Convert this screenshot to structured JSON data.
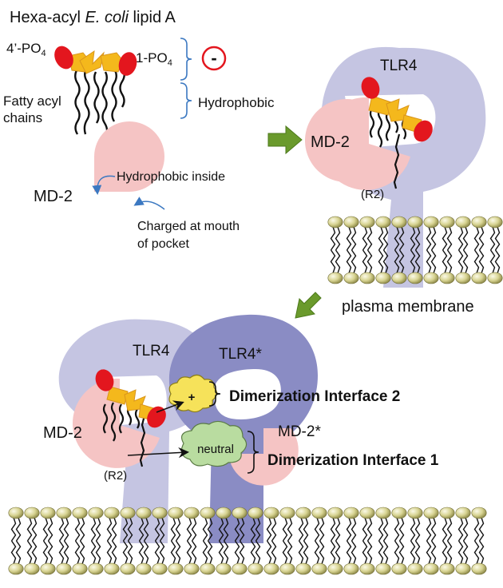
{
  "title": {
    "prefix": "Hexa-acyl ",
    "italic": "E. coli",
    "suffix": " lipid A"
  },
  "lipidA": {
    "phosphate_left": "4’-PO",
    "phosphate_right": "1-PO",
    "subscript": "4",
    "fatty_acyl": [
      "Fatty acyl",
      "chains"
    ],
    "charge_symbol": "-",
    "hydrophobic": "Hydrophobic"
  },
  "md2_legend": {
    "label": "MD-2",
    "hydrophobic_inside": "Hydrophobic inside",
    "charged_mouth": [
      "Charged at mouth",
      "of pocket"
    ]
  },
  "complex1": {
    "tlr4": "TLR4",
    "md2": "MD-2",
    "r2": "(R2)"
  },
  "membrane_label": "plasma membrane",
  "dimer": {
    "tlr4": "TLR4",
    "tlr4_star": "TLR4*",
    "md2": "MD-2",
    "md2_star": "MD-2*",
    "r2": "(R2)",
    "plus": "+",
    "neutral": "neutral",
    "interface2": "Dimerization Interface 2",
    "interface1": "Dimerization Interface 1"
  },
  "colors": {
    "tlr4": "#c5c5e2",
    "tlr4_star": "#8a8cc4",
    "md2": "#f5c4c4",
    "phosphate": "#e3161e",
    "sugar": "#f4b81c",
    "arrow_green": "#6a9a2c",
    "lipid_head": "#d7d391",
    "bracket": "#3b78c1",
    "plus_cloud": "#f6e25a",
    "neutral_cloud": "#b9dca0"
  },
  "icons": [
    "green-arrow-icon",
    "curved-arrow-icon"
  ]
}
